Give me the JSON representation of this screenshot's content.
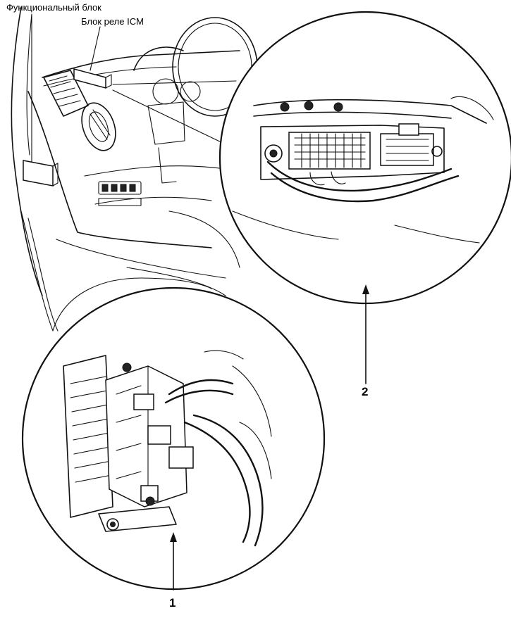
{
  "labels": {
    "function_block": "Функциональный блок",
    "icm_relay_block": "Блок реле ICM",
    "callout_1": "1",
    "callout_2": "2"
  },
  "colors": {
    "line": "#111111",
    "background": "#ffffff"
  }
}
